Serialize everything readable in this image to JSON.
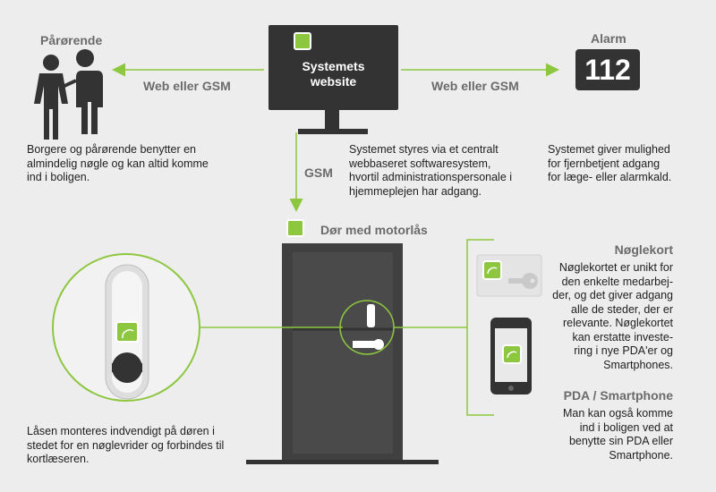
{
  "relatives": {
    "title": "Pårørende",
    "description_lines": [
      "Borgere og pårørende benytter en",
      "almindelig nøgle og kan altid komme",
      "ind i boligen."
    ]
  },
  "website": {
    "title_lines": [
      "Systemets",
      "website"
    ],
    "description_lines": [
      "Systemet styres via et centralt",
      "webbaseret softwaresystem,",
      "hvortil administrationspersonale i",
      "hjemmeplejen har adgang."
    ]
  },
  "alarm": {
    "title": "Alarm",
    "number": "112",
    "description_lines": [
      "Systemet giver mulighed",
      "for fjernbetjent adgang",
      "for læge- eller alarmkald."
    ]
  },
  "edges": {
    "left": "Web eller GSM",
    "right": "Web eller GSM",
    "down": "GSM"
  },
  "door": {
    "title": "Dør med motorlås"
  },
  "lock": {
    "description_lines": [
      "Låsen monteres indvendigt på døren i",
      "stedet for en nøglevrider og forbindes til",
      "kortlæseren."
    ]
  },
  "keycard": {
    "title": "Nøglekort",
    "description_lines": [
      "Nøglekortet er unikt for",
      "den enkelte medarbej-",
      "der, og det giver adgang",
      "alle de steder, der er",
      "relevante. Nøglekortet",
      "kan erstatte investe-",
      "ring i nye PDA'er og",
      "Smartphones."
    ]
  },
  "pda": {
    "title": "PDA / Smartphone",
    "description_lines": [
      "Man kan også komme",
      "ind i boligen ved at",
      "benytte sin PDA eller",
      "Smartphone."
    ]
  },
  "colors": {
    "accent": "#8dc63f",
    "dark": "#333333",
    "text": "#1e1e1e",
    "muted": "#6b6b6b"
  }
}
